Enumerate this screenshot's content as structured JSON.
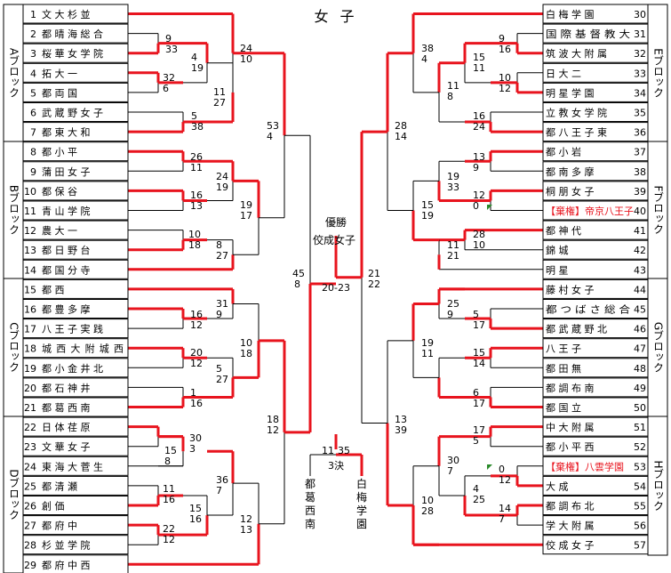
{
  "title": "女 子",
  "left_teams": [
    {
      "no": "1",
      "name": "文 大 杉 並"
    },
    {
      "no": "2",
      "name": "都 晴 海 総 合"
    },
    {
      "no": "3",
      "name": "桜 華 女 学 院"
    },
    {
      "no": "4",
      "name": "拓 大 一"
    },
    {
      "no": "5",
      "name": "都 両 国"
    },
    {
      "no": "6",
      "name": "武 蔵 野 女 子"
    },
    {
      "no": "7",
      "name": "都 東 大 和"
    },
    {
      "no": "8",
      "name": "都 小 平"
    },
    {
      "no": "9",
      "name": "蒲 田 女 子"
    },
    {
      "no": "10",
      "name": "都 保 谷"
    },
    {
      "no": "11",
      "name": "青 山 学 院"
    },
    {
      "no": "12",
      "name": "農 大 一"
    },
    {
      "no": "13",
      "name": "都 日 野 台"
    },
    {
      "no": "14",
      "name": "都 国 分 寺"
    },
    {
      "no": "15",
      "name": "都 西"
    },
    {
      "no": "16",
      "name": "都 豊 多 摩"
    },
    {
      "no": "17",
      "name": "八 王 子 実 践"
    },
    {
      "no": "18",
      "name": "城 西 大 附 城 西"
    },
    {
      "no": "19",
      "name": "都 小 金 井 北"
    },
    {
      "no": "20",
      "name": "都 石 神 井"
    },
    {
      "no": "21",
      "name": "都 葛 西 南"
    },
    {
      "no": "22",
      "name": "日 体 荏 原"
    },
    {
      "no": "23",
      "name": "文 華 女 子"
    },
    {
      "no": "24",
      "name": "東 海 大 菅 生"
    },
    {
      "no": "25",
      "name": "都 清 瀬"
    },
    {
      "no": "26",
      "name": "創 価"
    },
    {
      "no": "27",
      "name": "都 府 中"
    },
    {
      "no": "28",
      "name": "杉 並 学 院"
    },
    {
      "no": "29",
      "name": "都 府 中 西"
    }
  ],
  "right_teams": [
    {
      "no": "30",
      "name": "白 梅 学 園",
      "red": false
    },
    {
      "no": "31",
      "name": "国 際 基 督 教 大",
      "red": false
    },
    {
      "no": "32",
      "name": "筑 波 大 附 属",
      "red": false
    },
    {
      "no": "33",
      "name": "日 大 二",
      "red": false
    },
    {
      "no": "34",
      "name": "明 星 学 園",
      "red": false
    },
    {
      "no": "35",
      "name": "立 教 女 学 院",
      "red": false
    },
    {
      "no": "36",
      "name": "都 八 王 子 東",
      "red": false
    },
    {
      "no": "37",
      "name": "都 小 岩",
      "red": false
    },
    {
      "no": "38",
      "name": "都 南 多 摩",
      "red": false
    },
    {
      "no": "39",
      "name": "桐 朋 女 子",
      "red": false
    },
    {
      "no": "40",
      "name": "【棄権】帝京八王子",
      "red": true
    },
    {
      "no": "41",
      "name": "都 神 代",
      "red": false
    },
    {
      "no": "42",
      "name": "錦 城",
      "red": false
    },
    {
      "no": "43",
      "name": "明 星",
      "red": false
    },
    {
      "no": "44",
      "name": "藤 村 女 子",
      "red": false
    },
    {
      "no": "45",
      "name": "都 つ ば さ 総 合",
      "red": false
    },
    {
      "no": "46",
      "name": "都 武 蔵 野 北",
      "red": false
    },
    {
      "no": "47",
      "name": "八 王 子",
      "red": false
    },
    {
      "no": "48",
      "name": "都 田 無",
      "red": false
    },
    {
      "no": "49",
      "name": "都 調 布 南",
      "red": false
    },
    {
      "no": "50",
      "name": "都 国 立",
      "red": false
    },
    {
      "no": "51",
      "name": "中 大 附 属",
      "red": false
    },
    {
      "no": "52",
      "name": "都 小 平 西",
      "red": false
    },
    {
      "no": "53",
      "name": "【棄権】八雲学園",
      "red": true
    },
    {
      "no": "54",
      "name": "大 成",
      "red": false
    },
    {
      "no": "55",
      "name": "都 調 布 北",
      "red": false
    },
    {
      "no": "56",
      "name": "学 大 附 属",
      "red": false
    },
    {
      "no": "57",
      "name": "佼 成 女 子",
      "red": false
    }
  ],
  "left_blocks": [
    "Aブロック",
    "Bブロック",
    "Cブロック",
    "Dブロック"
  ],
  "right_blocks": [
    "Eブロック",
    "Fブロック",
    "Gブロック",
    "Hブロック"
  ],
  "champion_label": "優勝",
  "champion_name": "佼成女子",
  "final": {
    "left": "45",
    "left2": "8",
    "right": "21",
    "right2": "22",
    "set_score": "20-23"
  },
  "third_place": {
    "label": "3決",
    "score_a": "11",
    "score_b": "35",
    "team_a": "都葛西南",
    "team_b": "白梅学園"
  },
  "left_scores": [
    [
      "9",
      "33"
    ],
    [
      "4",
      "19"
    ],
    [
      "32",
      "6"
    ],
    [
      "5",
      "38"
    ],
    [
      "11",
      "27"
    ],
    [
      "24",
      "10"
    ],
    [
      "26",
      "11"
    ],
    [
      "24",
      "19"
    ],
    [
      "16",
      "13"
    ],
    [
      "10",
      "18"
    ],
    [
      "8",
      "27"
    ],
    [
      "19",
      "17"
    ],
    [
      "53",
      "4"
    ],
    [
      "31",
      "9"
    ],
    [
      "16",
      "12"
    ],
    [
      "20",
      "12"
    ],
    [
      "1",
      "16"
    ],
    [
      "5",
      "27"
    ],
    [
      "10",
      "18"
    ],
    [
      "30",
      "3"
    ],
    [
      "15",
      "8"
    ],
    [
      "11",
      "16"
    ],
    [
      "22",
      "12"
    ],
    [
      "15",
      "16"
    ],
    [
      "36",
      "7"
    ],
    [
      "12",
      "13"
    ],
    [
      "18",
      "12"
    ]
  ],
  "right_scores": [
    [
      "9",
      "16"
    ],
    [
      "15",
      "11"
    ],
    [
      "10",
      "12"
    ],
    [
      "11",
      "8"
    ],
    [
      "16",
      "24"
    ],
    [
      "38",
      "4"
    ],
    [
      "13",
      "9"
    ],
    [
      "19",
      "33"
    ],
    [
      "12",
      "0"
    ],
    [
      "28",
      "10"
    ],
    [
      "11",
      "21"
    ],
    [
      "15",
      "19"
    ],
    [
      "28",
      "14"
    ],
    [
      "25",
      "9"
    ],
    [
      "5",
      "17"
    ],
    [
      "15",
      "14"
    ],
    [
      "6",
      "17"
    ],
    [
      "19",
      "11"
    ],
    [
      "17",
      "5"
    ],
    [
      "0",
      "12"
    ],
    [
      "4",
      "25"
    ],
    [
      "14",
      "7"
    ],
    [
      "30",
      "7"
    ],
    [
      "10",
      "28"
    ],
    [
      "13",
      "39"
    ]
  ],
  "colors": {
    "winner_line": "#e8141e",
    "line": "#000000",
    "flag": "#2a8a2a"
  }
}
